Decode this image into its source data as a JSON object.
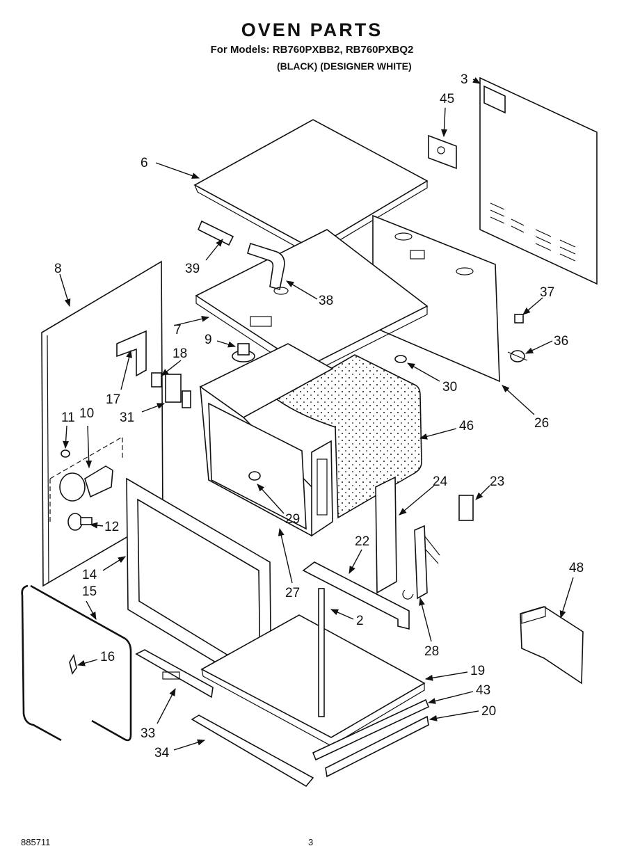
{
  "title": "OVEN PARTS",
  "subtitle": "For Models: RB760PXBB2, RB760PXBQ2",
  "subtitle2": "(BLACK)  (DESIGNER WHITE)",
  "footer": {
    "code": "885711",
    "page": "3"
  },
  "callouts": [
    "3",
    "45",
    "6",
    "39",
    "38",
    "8",
    "37",
    "36",
    "7",
    "9",
    "18",
    "17",
    "31",
    "30",
    "26",
    "11",
    "10",
    "46",
    "24",
    "23",
    "29",
    "12",
    "22",
    "14",
    "27",
    "15",
    "2",
    "48",
    "16",
    "28",
    "19",
    "43",
    "20",
    "33",
    "34"
  ]
}
